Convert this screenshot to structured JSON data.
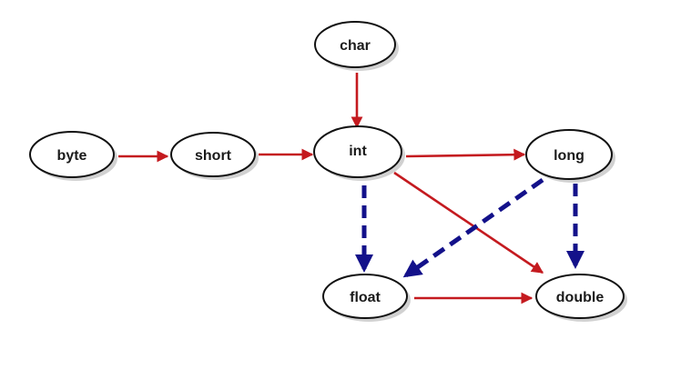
{
  "diagram": {
    "nodes": {
      "byte": "byte",
      "short": "short",
      "char": "char",
      "int": "int",
      "long": "long",
      "float": "float",
      "double": "double"
    },
    "edges": [
      {
        "from": "byte",
        "to": "short",
        "style": "solid-red"
      },
      {
        "from": "short",
        "to": "int",
        "style": "solid-red"
      },
      {
        "from": "char",
        "to": "int",
        "style": "solid-red"
      },
      {
        "from": "int",
        "to": "long",
        "style": "solid-red"
      },
      {
        "from": "int",
        "to": "double",
        "style": "solid-red"
      },
      {
        "from": "float",
        "to": "double",
        "style": "solid-red"
      },
      {
        "from": "int",
        "to": "float",
        "style": "dashed-blue"
      },
      {
        "from": "long",
        "to": "float",
        "style": "dashed-blue"
      },
      {
        "from": "long",
        "to": "double",
        "style": "dashed-blue"
      }
    ],
    "colors": {
      "solid": "#c41a1f",
      "dashed": "#13118a",
      "node_border": "#111111",
      "node_fill": "#ffffff"
    }
  }
}
